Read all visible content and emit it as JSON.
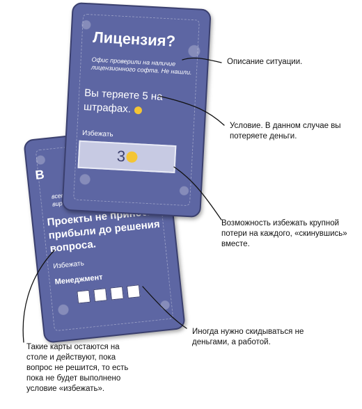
{
  "card_front": {
    "title": "Лицензия?",
    "description": "Офис проверили на наличие лицензионного софта. Не нашли.",
    "condition": "Вы теряете 5 на штрафах.",
    "avoid_label": "Избежать",
    "avoid_value": "3"
  },
  "card_back": {
    "corner_letter": "В",
    "description": "всем флешки... случайно попал вир...",
    "condition": "Проекты не приносят прибыли до решения вопроса.",
    "avoid_label": "Избежать",
    "avoid_option": "Менеджмент"
  },
  "annotations": {
    "situation": "Описание ситуации.",
    "condition": "Условие. В данном случае вы потеряете деньги.",
    "avoid": "Возможность избежать крупной потери на каждого, «скинувшись» вместе.",
    "work": "Иногда нужно скидываться не деньгами, а работой.",
    "persist": "Такие карты остаются на столе и действуют, пока вопрос не решится, то есть пока не будет выполнено условие «избежать»."
  },
  "colors": {
    "card": "#5d66a3",
    "coin": "#f4c534",
    "line": "#111111"
  }
}
